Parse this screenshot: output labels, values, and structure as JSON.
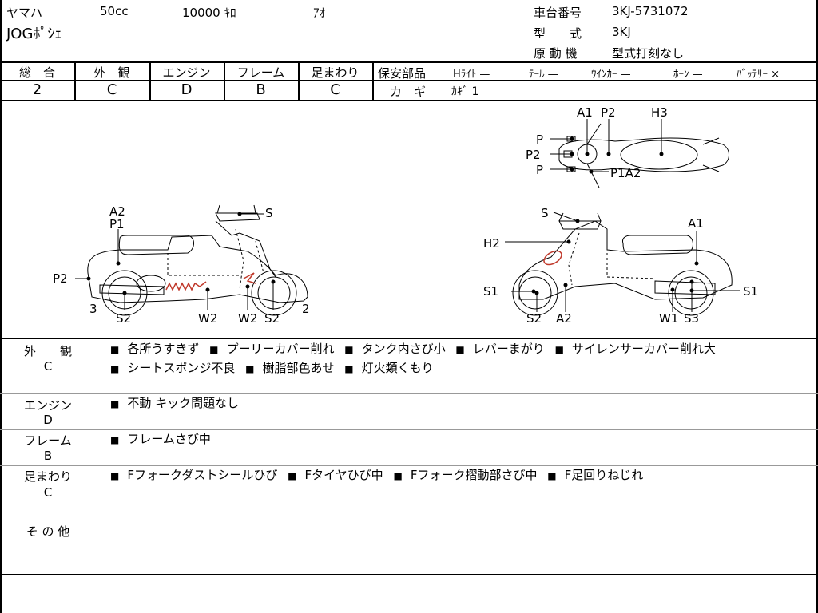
{
  "header": {
    "maker": "ヤマハ",
    "displacement": "50cc",
    "mileage": "10000 ｷﾛ",
    "color": "ｱｵ",
    "model_name": "JOGﾎﾟｼｪ",
    "frame_no_label": "車台番号",
    "frame_no_value": "3KJ-5731072",
    "type_label": "型　　式",
    "type_value": "3KJ",
    "engine_label": "原 動 機",
    "engine_value": "型式打刻なし"
  },
  "grades": {
    "overall_label": "総　合",
    "overall_value": "2",
    "exterior_label": "外　観",
    "exterior_value": "C",
    "engine_label": "エンジン",
    "engine_value": "D",
    "frame_label": "フレーム",
    "frame_value": "B",
    "suspension_label": "足まわり",
    "suspension_value": "C"
  },
  "safety": {
    "label": "保安部品",
    "headlight": "Hﾗｲﾄ —",
    "tail": "ﾃｰﾙ —",
    "winker": "ｳｲﾝｶｰ —",
    "horn": "ﾎｰﾝ —",
    "battery": "ﾊﾞｯﾃﾘｰ ×",
    "key_label": "カ　ギ",
    "key_value": "ｶｷﾞ 1"
  },
  "diagram_labels": {
    "left": [
      "A2",
      "P1",
      "S",
      "P2",
      "3",
      "2",
      "S2",
      "W2",
      "W2",
      "S2"
    ],
    "top": [
      "A1",
      "P2",
      "H3",
      "P",
      "P2",
      "P",
      "P1A2"
    ],
    "right": [
      "S",
      "A1",
      "H2",
      "S1",
      "S1",
      "S2",
      "A2",
      "W1",
      "S3"
    ]
  },
  "sections": {
    "exterior": {
      "title": "外　　観",
      "grade": "C",
      "items": [
        "各所うすきず",
        "プーリーカバー削れ",
        "タンク内さび小",
        "レバーまがり",
        "サイレンサーカバー削れ大",
        "シートスポンジ不良",
        "樹脂部色あせ",
        "灯火類くもり"
      ]
    },
    "engine": {
      "title": "エンジン",
      "grade": "D",
      "items": [
        "不動 キック問題なし"
      ]
    },
    "frame": {
      "title": "フレーム",
      "grade": "B",
      "items": [
        "フレームさび中"
      ]
    },
    "suspension": {
      "title": "足まわり",
      "grade": "C",
      "items": [
        "Fフォークダストシールひび",
        "Fタイヤひび中",
        "Fフォーク摺動部さび中",
        "F足回りねじれ"
      ]
    },
    "other": {
      "title": "そ の 他"
    }
  }
}
